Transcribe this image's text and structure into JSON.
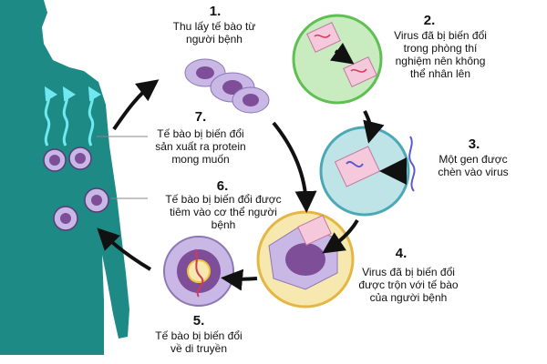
{
  "steps": [
    {
      "number": "1.",
      "text": "Thu lấy tế bào từ\nngười bệnh"
    },
    {
      "number": "2.",
      "text": "Virus đã bị biến đổi\ntrong phòng thí\nnghiệm nên không\nthể nhân lên"
    },
    {
      "number": "3.",
      "text": "Một gen được\nchèn vào virus"
    },
    {
      "number": "4.",
      "text": "Virus đã bị biến đổi\nđược trộn với tế bào\ncủa người bệnh"
    },
    {
      "number": "5.",
      "text": "Tế bào bị biến đổi\nvề di truyền"
    },
    {
      "number": "6.",
      "text": "Tế bào bị biến đổi được\ntiêm vào cơ thể người\nbệnh"
    },
    {
      "number": "7.",
      "text": "Tế bào bị biến đổi\nsản xuất ra protein\nmong muốn"
    }
  ],
  "colors": {
    "body": "#1e8a86",
    "cell_membrane": "#c9b8e6",
    "nucleus": "#7e4e98",
    "virus_box": "#f5c8dc",
    "green_circle": "#c8ecc0",
    "blue_circle": "#bfe4e8",
    "yellow_circle": "#f7e8b0",
    "protein_arrows": "#6fe8f0"
  }
}
